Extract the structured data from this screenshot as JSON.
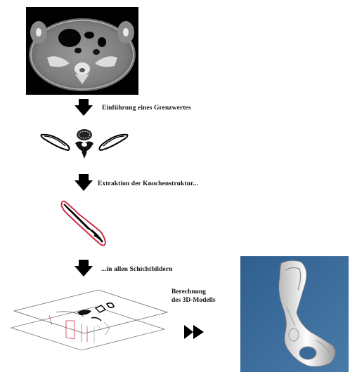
{
  "steps": [
    {
      "label": "Einführung eines Grenzwertes"
    },
    {
      "label": "Extraktion der Knochenstruktur..."
    },
    {
      "label": "...in allen Schichtbildern"
    }
  ],
  "model_step": {
    "line1": "Berechnung",
    "line2": "des 3D-Modells"
  },
  "colors": {
    "background": "#ffffff",
    "ct_scan_bg": "#000000",
    "contour_red": "#d0304a",
    "model_bg": "#3a6a9a"
  },
  "icons": [
    "down-arrow-icon",
    "double-right-arrow-icon"
  ]
}
